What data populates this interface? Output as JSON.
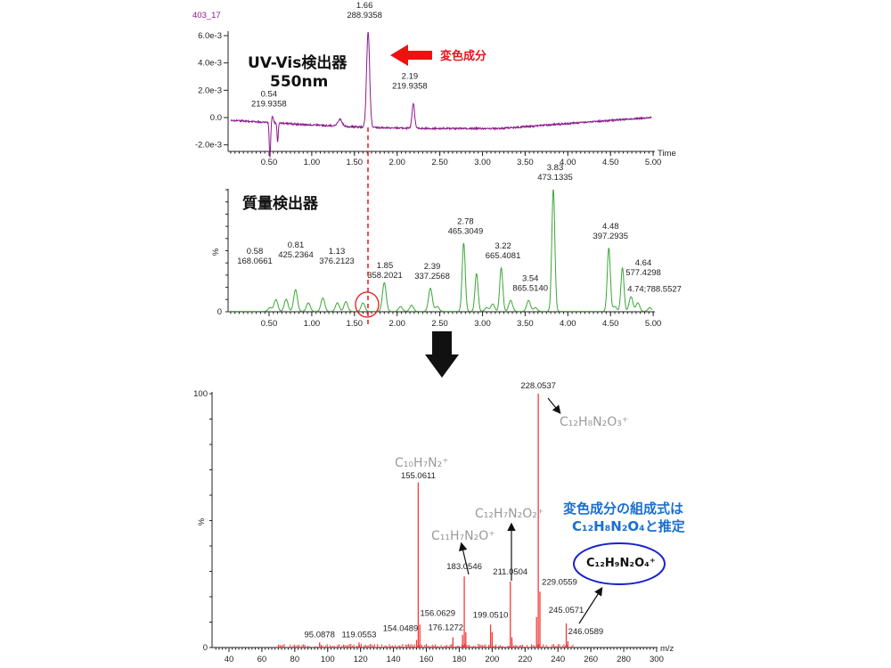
{
  "chart_data": [
    {
      "type": "line",
      "title": "403_17",
      "annotation_title": "UV-Vis検出器",
      "annotation_sub": "550nm",
      "callout": "変色成分",
      "xlabel": "Time",
      "xlim": [
        0,
        5.0
      ],
      "ylim": [
        -0.0026,
        0.0065
      ],
      "xticks": [
        "0.50",
        "1.00",
        "1.50",
        "2.00",
        "2.50",
        "3.00",
        "3.50",
        "4.00",
        "4.50",
        "5.00"
      ],
      "yticks": [
        "6.0e-3",
        "4.0e-3",
        "2.0e-3",
        "0.0",
        "-2.0e-3"
      ],
      "color": "#8b1a8b",
      "peaks": [
        {
          "t": 0.51,
          "h": -0.0026,
          "w": 0.008
        },
        {
          "t": 0.54,
          "h": 0.0005,
          "w": 0.01
        },
        {
          "t": 0.6,
          "h": -0.0014,
          "w": 0.007
        },
        {
          "t": 1.33,
          "h": 0.0005,
          "w": 0.025
        },
        {
          "t": 1.66,
          "h": 0.007,
          "w": 0.018
        },
        {
          "t": 2.19,
          "h": 0.0018,
          "w": 0.015
        }
      ],
      "labels": [
        {
          "t": 0.54,
          "rt": "0.54",
          "mz": "219.9358"
        },
        {
          "t": 1.66,
          "rt": "1.66",
          "mz": "288.9358"
        },
        {
          "t": 2.19,
          "rt": "2.19",
          "mz": "219.9358"
        }
      ]
    },
    {
      "type": "line",
      "annotation_title": "質量検出器",
      "ylabel": "%",
      "xlim": [
        0,
        5.0
      ],
      "ylim": [
        0,
        100
      ],
      "xticks": [
        "0.50",
        "1.00",
        "1.50",
        "2.00",
        "2.50",
        "3.00",
        "3.50",
        "4.00",
        "4.50",
        "5.00"
      ],
      "yticks": [
        "0"
      ],
      "color": "#3aa635",
      "peaks": [
        {
          "t": 0.51,
          "h": 3
        },
        {
          "t": 0.58,
          "h": 9.7
        },
        {
          "t": 0.7,
          "h": 10
        },
        {
          "t": 0.81,
          "h": 17.7
        },
        {
          "t": 0.96,
          "h": 7
        },
        {
          "t": 1.13,
          "h": 11
        },
        {
          "t": 1.3,
          "h": 7
        },
        {
          "t": 1.4,
          "h": 8
        },
        {
          "t": 1.6,
          "h": 7
        },
        {
          "t": 1.85,
          "h": 23.5
        },
        {
          "t": 2.04,
          "h": 4
        },
        {
          "t": 2.17,
          "h": 5
        },
        {
          "t": 2.39,
          "h": 19
        },
        {
          "t": 2.47,
          "h": 4
        },
        {
          "t": 2.78,
          "h": 56
        },
        {
          "t": 2.93,
          "h": 31
        },
        {
          "t": 3.05,
          "h": 3
        },
        {
          "t": 3.12,
          "h": 6
        },
        {
          "t": 3.22,
          "h": 35.6
        },
        {
          "t": 3.33,
          "h": 9
        },
        {
          "t": 3.54,
          "h": 9
        },
        {
          "t": 3.62,
          "h": 3
        },
        {
          "t": 3.83,
          "h": 100
        },
        {
          "t": 4.48,
          "h": 52
        },
        {
          "t": 4.55,
          "h": 4
        },
        {
          "t": 4.64,
          "h": 35.6
        },
        {
          "t": 4.74,
          "h": 12
        },
        {
          "t": 4.82,
          "h": 7
        },
        {
          "t": 4.96,
          "h": 3
        }
      ],
      "labels": [
        {
          "t": 0.58,
          "rt": "0.58",
          "mz": "168.0661"
        },
        {
          "t": 0.81,
          "rt": "0.81",
          "mz": "425.2364"
        },
        {
          "t": 1.13,
          "rt": "1.13",
          "mz": "376.2123"
        },
        {
          "t": 1.85,
          "rt": "1.85",
          "mz": "358.2021"
        },
        {
          "t": 2.39,
          "rt": "2.39",
          "mz": "337.2568"
        },
        {
          "t": 2.78,
          "rt": "2.78",
          "mz": "465.3049"
        },
        {
          "t": 3.22,
          "rt": "3.22",
          "mz": "665.4081"
        },
        {
          "t": 3.54,
          "rt": "3.54",
          "mz": "865.5140"
        },
        {
          "t": 3.83,
          "rt": "3.83",
          "mz": "473.1335"
        },
        {
          "t": 4.48,
          "rt": "4.48",
          "mz": "397.2935"
        },
        {
          "t": 4.64,
          "rt": "4.64",
          "mz": "577.4298"
        },
        {
          "t": 4.74,
          "rt": "4.74;788.5527",
          "mz": ""
        }
      ]
    },
    {
      "type": "bar",
      "xlabel": "m/z",
      "ylabel": "%",
      "xlim": [
        30,
        300
      ],
      "ylim": [
        0,
        100
      ],
      "xticks": [
        "40",
        "60",
        "80",
        "100",
        "120",
        "140",
        "160",
        "180",
        "200",
        "220",
        "240",
        "260",
        "280",
        "300"
      ],
      "yticks": [
        "100",
        "0"
      ],
      "color": "#f03c3c",
      "peaks": [
        {
          "mz": 95.0878,
          "i": 2,
          "label": "95.0878"
        },
        {
          "mz": 119.0553,
          "i": 2,
          "label": "119.0553"
        },
        {
          "mz": 154.0489,
          "i": 3,
          "label": "154.0489"
        },
        {
          "mz": 155.0611,
          "i": 65,
          "label": "155.0611"
        },
        {
          "mz": 156.0629,
          "i": 9,
          "label": "156.0629"
        },
        {
          "mz": 176.1272,
          "i": 4,
          "label": "176.1272"
        },
        {
          "mz": 182.0,
          "i": 5,
          "label": ""
        },
        {
          "mz": 183.0546,
          "i": 28,
          "label": "183.0546"
        },
        {
          "mz": 184.0,
          "i": 6,
          "label": ""
        },
        {
          "mz": 199.051,
          "i": 9,
          "label": "199.0510"
        },
        {
          "mz": 200.0,
          "i": 6,
          "label": ""
        },
        {
          "mz": 211.0504,
          "i": 26,
          "label": "211.0504"
        },
        {
          "mz": 212.0,
          "i": 4,
          "label": ""
        },
        {
          "mz": 227.0,
          "i": 12,
          "label": ""
        },
        {
          "mz": 228.0537,
          "i": 100,
          "label": "228.0537"
        },
        {
          "mz": 229.0559,
          "i": 22,
          "label": "229.0559"
        },
        {
          "mz": 245.0571,
          "i": 9.5,
          "label": "245.0571"
        },
        {
          "mz": 246.0589,
          "i": 2.5,
          "label": "246.0589"
        }
      ],
      "annotations": [
        {
          "text": "C₁₂H₈N₂O₃⁺",
          "mz": 228.0537
        },
        {
          "text": "C₁₀H₇N₂⁺",
          "mz": 155.0611
        },
        {
          "text": "C₁₁H₇N₂O⁺",
          "mz": 183.0546
        },
        {
          "text": "C₁₂H₇N₂O₂⁺",
          "mz": 211.0504
        },
        {
          "text": "C₁₂H₉N₂O₄⁺",
          "mz": 245.0571
        }
      ],
      "conclusion": [
        "変色成分の組成式は",
        "C₁₂H₈N₂O₄と推定"
      ]
    }
  ]
}
